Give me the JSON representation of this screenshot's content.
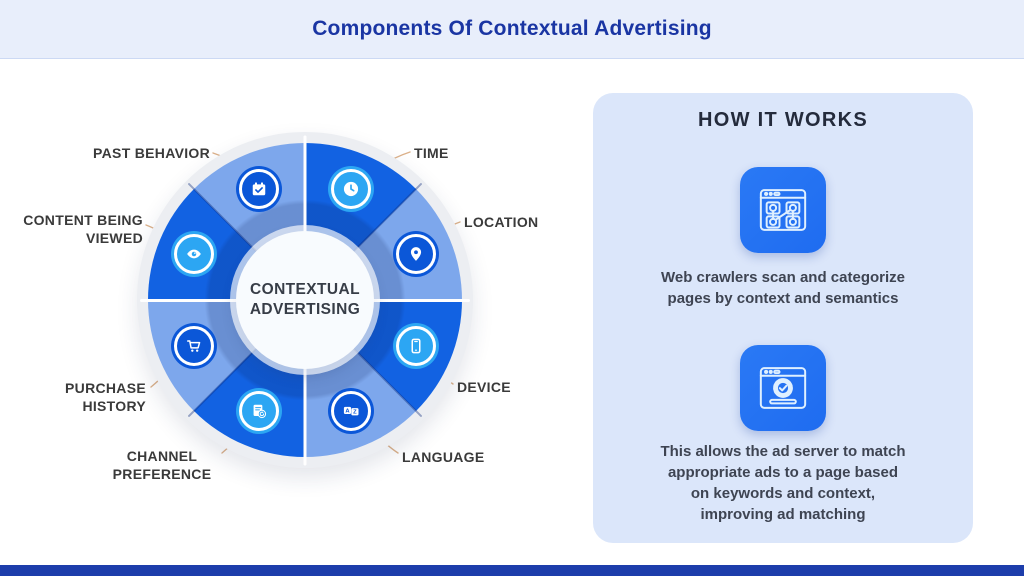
{
  "header": {
    "title": "Components Of Contextual Advertising"
  },
  "wheel": {
    "center": {
      "line1": "CONTEXTUAL",
      "line2": "ADVERTISING"
    },
    "segments": [
      {
        "label": "TIME",
        "icon": "clock-icon",
        "tone": "dark"
      },
      {
        "label": "LOCATION",
        "icon": "map-pin-icon",
        "tone": "light"
      },
      {
        "label": "DEVICE",
        "icon": "smartphone-icon",
        "tone": "dark"
      },
      {
        "label": "LANGUAGE",
        "icon": "translate-icon",
        "tone": "light"
      },
      {
        "label": "CHANNEL PREFERENCE",
        "icon": "channel-refresh-icon",
        "tone": "dark"
      },
      {
        "label": "PURCHASE HISTORY",
        "icon": "shopping-cart-icon",
        "tone": "light"
      },
      {
        "label": "CONTENT BEING VIEWED",
        "icon": "eye-icon",
        "tone": "dark"
      },
      {
        "label": "PAST BEHAVIOR",
        "icon": "calendar-check-icon",
        "tone": "light"
      }
    ]
  },
  "how_it_works": {
    "title": "HOW IT WORKS",
    "steps": [
      {
        "icon": "web-crawler-sitemap-icon",
        "lines": [
          "Web crawlers scan and categorize",
          "pages by context and semantics"
        ]
      },
      {
        "icon": "ad-match-badge-icon",
        "lines": [
          "This allows the ad server to match",
          "appropriate ads to a page based",
          "on keywords and context,",
          "improving ad matching"
        ]
      }
    ]
  },
  "colors": {
    "header_bg": "#e8eefb",
    "title_text": "#1a35a3",
    "segment_dark": "#1262e2",
    "segment_light": "#7da7ec",
    "badge_dark": "#0b57d8",
    "badge_bright": "#2ca6f3",
    "panel_bg": "#dbe6fa",
    "icon_tile": "#1f6cf0",
    "body_text": "#3e4452",
    "label_text": "#3a3a3a",
    "footer_bar": "#1d3dab",
    "leader_line": "#dcb18a"
  }
}
